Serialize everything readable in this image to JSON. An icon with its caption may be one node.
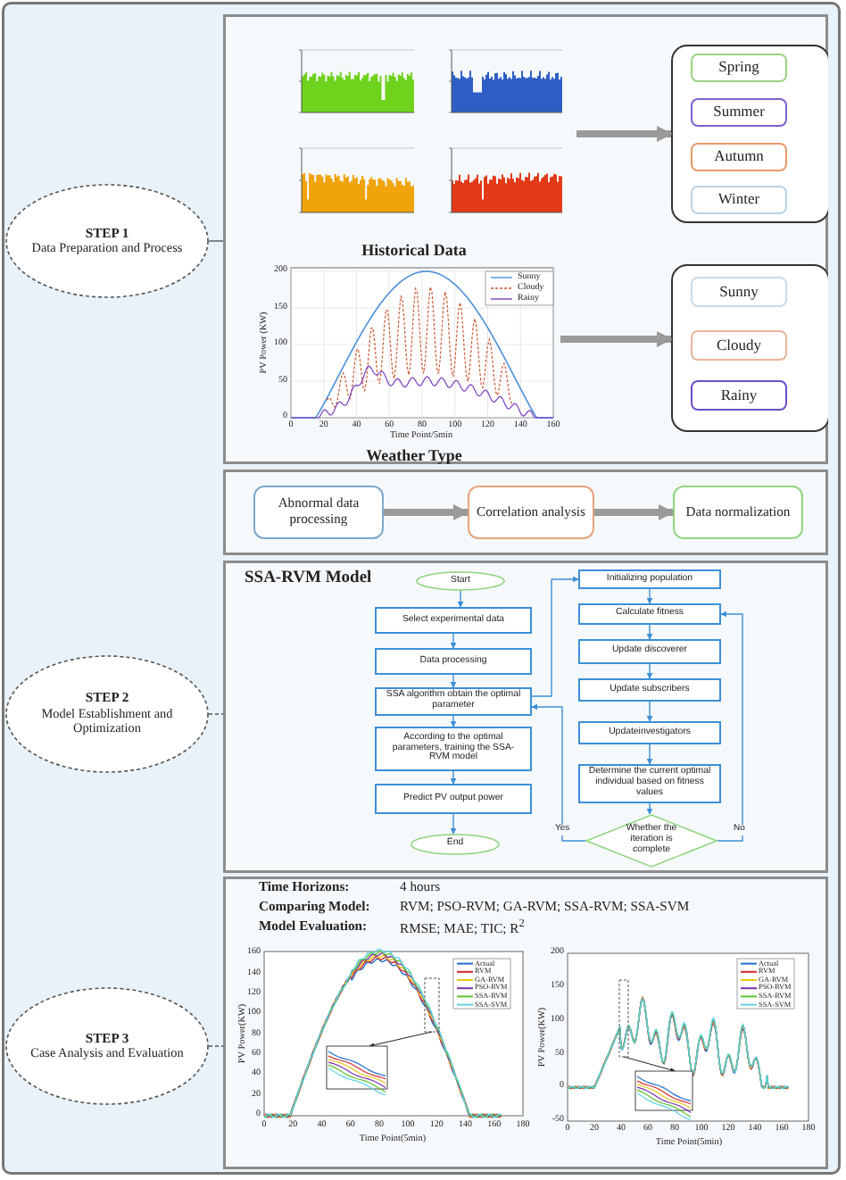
{
  "diagram": {
    "nodes": [
      {
        "text": [
          "STEP 1",
          "Data Preparation and Process"
        ]
      },
      {
        "text": [
          "STEP 2",
          "Model Establishment and Optimization"
        ]
      },
      {
        "text": [
          "STEP 3",
          "Case Analysis and Evaluation"
        ]
      },
      {
        "text": [],
        "shape": "box"
      },
      {
        "text": [],
        "shape": "picture",
        "in": 3
      },
      {
        "text": [],
        "shape": "box",
        "in": 3
      },
      {
        "text": [
          "Spring"
        ],
        "in": 5
      },
      {
        "text": [
          "Summer"
        ],
        "in": 5
      },
      {
        "text": [
          "Autumn"
        ],
        "in": 5
      },
      {
        "text": [
          "Winter"
        ],
        "in": 5
      },
      {
        "text": [],
        "shape": "picture",
        "in": 3,
        "beside": [
          "Weather Type"
        ]
      },
      {
        "text": [],
        "shape": "box",
        "in": 3
      },
      {
        "text": [
          "Sunny"
        ],
        "in": 11
      },
      {
        "text": [
          "Cloudy"
        ],
        "in": 11
      },
      {
        "text": [
          "Rainy"
        ],
        "in": 11
      },
      {
        "text": [],
        "shape": "box"
      },
      {
        "text": [
          "Abnormal data processing"
        ],
        "in": 15
      },
      {
        "text": [
          "Correlation analysis"
        ],
        "in": 15
      },
      {
        "text": [
          "Data normalization"
        ],
        "in": 15
      },
      {
        "text": [],
        "shape": "box"
      },
      {
        "text": [
          "Start"
        ],
        "in": 19
      },
      {
        "text": [
          "Select experimental data"
        ],
        "in": 19
      },
      {
        "text": [
          "Data processing"
        ],
        "in": 19
      },
      {
        "text": [
          "SSA algorithm obtain the optimal parameter"
        ],
        "in": 19
      },
      {
        "text": [
          "According to the optimal parameters, training the SSA-RVM model"
        ],
        "in": 19
      },
      {
        "text": [
          "Predict PV output power"
        ],
        "in": 19
      },
      {
        "text": [
          "End"
        ],
        "in": 19
      },
      {
        "text": [
          "Initializing population"
        ],
        "in": 19
      },
      {
        "text": [
          "Calculate fitness"
        ],
        "in": 19
      },
      {
        "text": [
          "Update discoverer"
        ],
        "in": 19
      },
      {
        "text": [
          "Update subscribers"
        ],
        "in": 19
      },
      {
        "text": [
          "Updateinvestigators"
        ],
        "in": 19
      },
      {
        "text": [
          "Determine the current optimal individual based on fitness values"
        ],
        "in": 19
      },
      {
        "text": [
          "Whether the iteration is complete"
        ],
        "in": 19
      },
      {
        "text": [],
        "shape": "box"
      },
      {
        "text": [],
        "shape": "picture",
        "in": 34
      },
      {
        "text": [],
        "shape": "picture",
        "in": 34
      }
    ],
    "edges": [
      {
        "from": 0,
        "to": 3,
        "arrow": "none",
        "color": "#555555"
      },
      {
        "from": 1,
        "to": 19,
        "arrow": "none",
        "style": "dashed",
        "color": "#555555"
      },
      {
        "from": 2,
        "to": 34,
        "arrow": "none",
        "style": "dashed",
        "color": "#555555"
      },
      {
        "from": 4,
        "to": 5,
        "arrow": "to",
        "style": "thick",
        "color": "#9a9a9a"
      },
      {
        "from": 10,
        "to": 11,
        "arrow": "to",
        "style": "thick",
        "color": "#9a9a9a"
      },
      {
        "from": 16,
        "to": 17,
        "arrow": "to",
        "style": "thick",
        "color": "#9a9a9a"
      },
      {
        "from": 17,
        "to": 18,
        "arrow": "to",
        "style": "thick",
        "color": "#9a9a9a"
      },
      {
        "from": 20,
        "to": 21,
        "arrow": "to"
      },
      {
        "from": 21,
        "to": 22,
        "arrow": "to"
      },
      {
        "from": 22,
        "to": 23,
        "arrow": "to"
      },
      {
        "from": 23,
        "to": 24,
        "arrow": "to"
      },
      {
        "from": 24,
        "to": 25,
        "arrow": "to"
      },
      {
        "from": 25,
        "to": 26,
        "arrow": "to"
      },
      {
        "from": 23,
        "to": 27,
        "arrow": "to"
      },
      {
        "from": 27,
        "to": 28,
        "arrow": "to"
      },
      {
        "from": 28,
        "to": 29,
        "arrow": "to"
      },
      {
        "from": 29,
        "to": 30,
        "arrow": "to"
      },
      {
        "from": 30,
        "to": 31,
        "arrow": "to"
      },
      {
        "from": 31,
        "to": 32,
        "arrow": "to"
      },
      {
        "from": 32,
        "to": 33,
        "arrow": "to"
      },
      {
        "from": 33,
        "to": 23,
        "arrow": "to",
        "label": "Yes"
      },
      {
        "from": 33,
        "to": 28,
        "arrow": "to",
        "label": "No"
      }
    ],
    "labels": [
      "SSA-RVM Model",
      "Time Horizons:",
      "4 hours",
      "Comparing Model:",
      "RVM; PSO-RVM; GA-RVM; SSA-RVM; SSA-SVM",
      "Model Evaluation:",
      "RMSE; MAE; TIC; R$^{2}$",
      "PV Power (KW)",
      "Time Point/5min",
      "Sunny",
      "Cloudy",
      "Rainy",
      "0",
      "50",
      "100",
      "150",
      "200",
      "0",
      "20",
      "40",
      "60",
      "80",
      "100",
      "120",
      "140",
      "160",
      "PV Power(KW)",
      "Time Point(5min)",
      "Actual",
      "RVM",
      "GA-RVM",
      "PSO-RVM",
      "SSA-RVM",
      "SSA-SVM",
      "0",
      "20",
      "40",
      "60",
      "80",
      "100",
      "120",
      "140",
      "160",
      "0",
      "20",
      "40",
      "60",
      "80",
      "100",
      "120",
      "140",
      "160",
      "180",
      "PV Power(KW)",
      "Time Point(5min)",
      "Actual",
      "RVM",
      "GA-RVM",
      "PSO-RVM",
      "SSA-RVM",
      "SSA-SVM",
      "-50",
      "0",
      "50",
      "100",
      "150",
      "200",
      "0",
      "20",
      "40",
      "60",
      "80",
      "100",
      "120",
      "140",
      "160",
      "180",
      "Historical Data"
    ]
  }
}
